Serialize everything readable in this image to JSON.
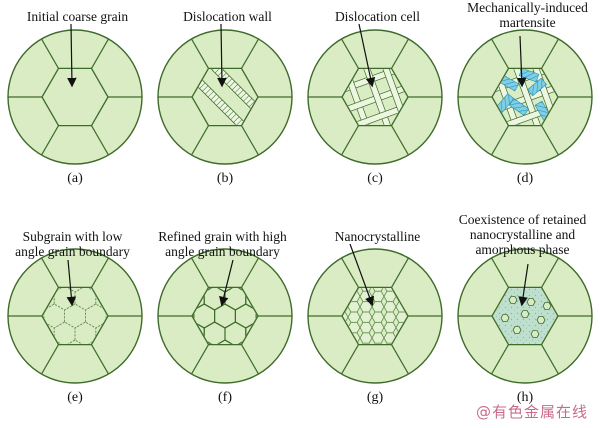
{
  "panels": [
    {
      "id": "a",
      "tag": "(a)",
      "label_lines": [
        "Initial coarse grain"
      ],
      "stage": "coarse"
    },
    {
      "id": "b",
      "tag": "(b)",
      "label_lines": [
        "Dislocation wall"
      ],
      "stage": "walls"
    },
    {
      "id": "c",
      "tag": "(c)",
      "label_lines": [
        "Dislocation cell"
      ],
      "stage": "cells"
    },
    {
      "id": "d",
      "tag": "(d)",
      "label_lines": [
        "Mechanically-induced",
        "martensite"
      ],
      "stage": "martensite"
    },
    {
      "id": "e",
      "tag": "(e)",
      "label_lines": [
        "Subgrain with low",
        "angle grain boundary"
      ],
      "stage": "subgrain"
    },
    {
      "id": "f",
      "tag": "(f)",
      "label_lines": [
        "Refined grain with high",
        "angle grain boundary"
      ],
      "stage": "refined"
    },
    {
      "id": "g",
      "tag": "(g)",
      "label_lines": [
        "Nanocrystalline"
      ],
      "stage": "nano"
    },
    {
      "id": "h",
      "tag": "(h)",
      "label_lines": [
        "Coexistence of retained",
        "nanocrystalline and",
        "amorphous phase"
      ],
      "stage": "amorphous"
    }
  ],
  "watermark": "@有色金属在线",
  "colors": {
    "grain_fill": "#d9ecc3",
    "grain_stroke": "#3e6b2a",
    "martensite": "#5bc1dc",
    "amorphous": "#b8dcc9",
    "text": "#111111"
  }
}
